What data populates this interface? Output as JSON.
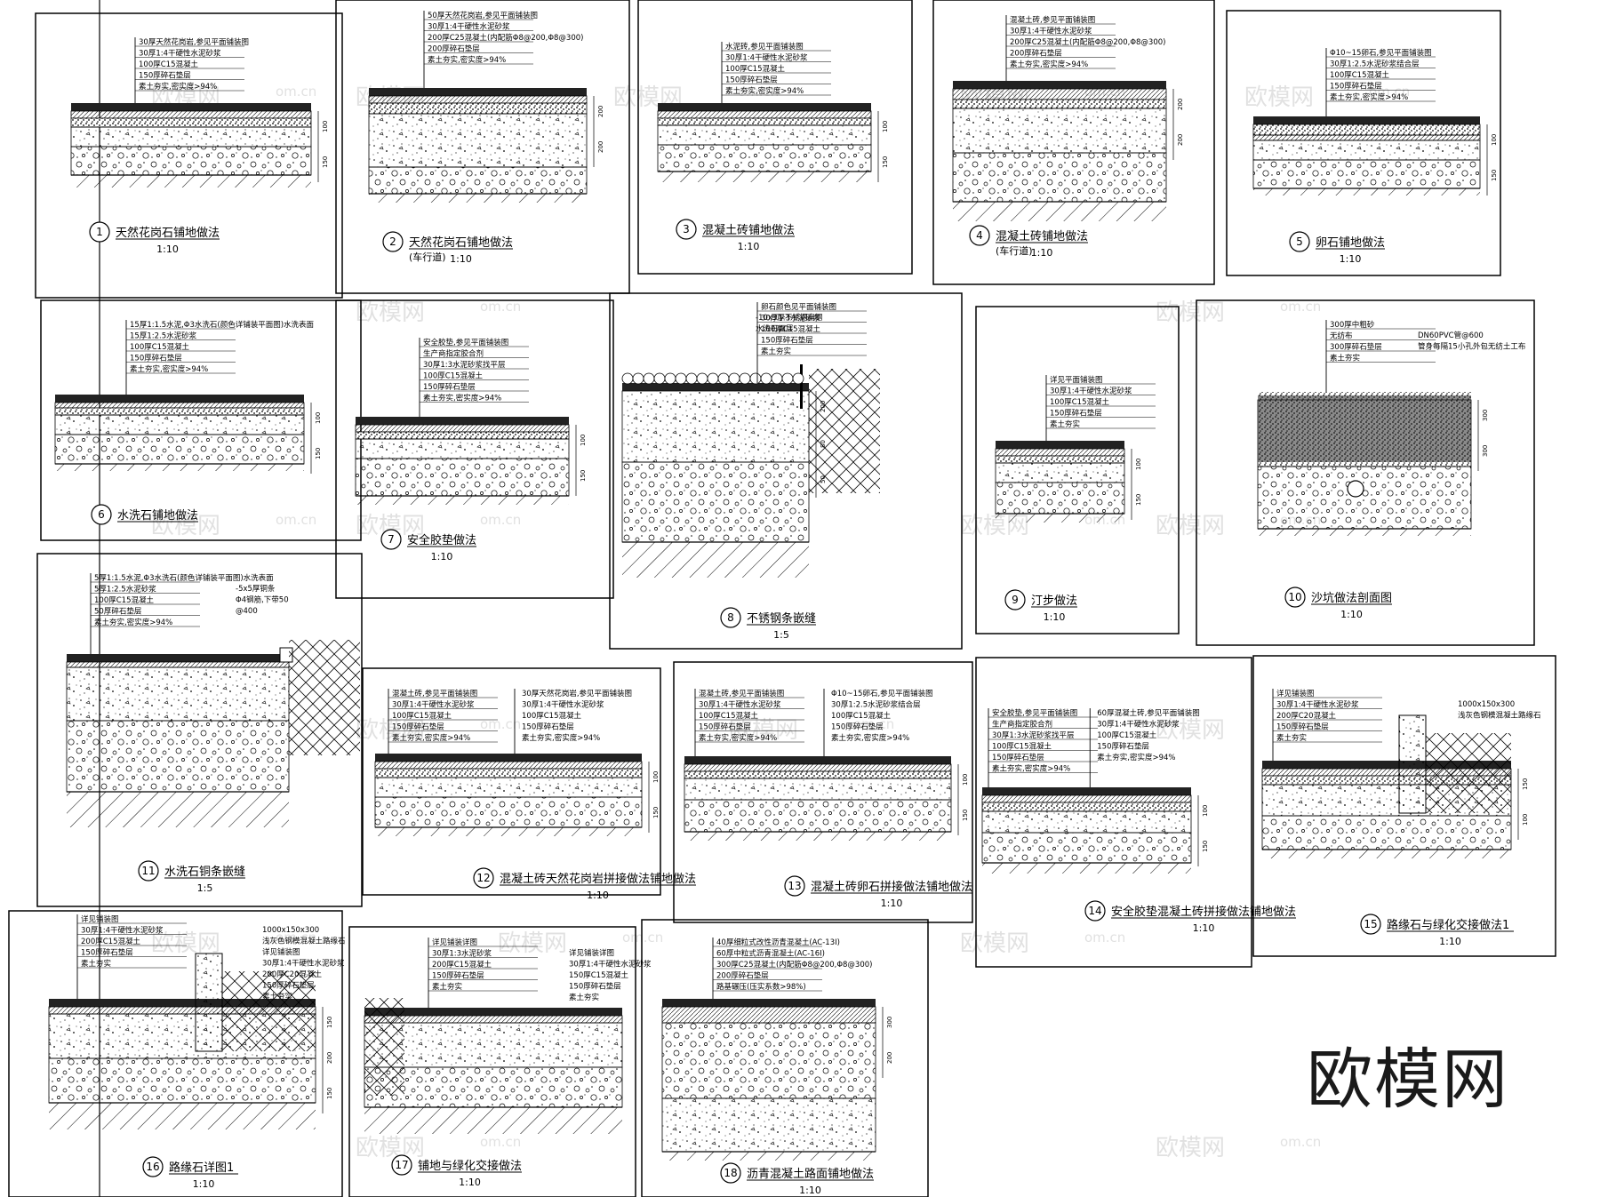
{
  "brand": "欧模网",
  "watermarks": [
    "欧模网",
    "om.cn"
  ],
  "panels": [
    {
      "num": "1",
      "title": "天然花岗石铺地做法",
      "subtitle": "",
      "scale": "1:10",
      "labels": [
        "30厚天然花岗岩,参见平面铺装图",
        "30厚1:4干硬性水泥砂浆",
        "100厚C15混凝土",
        "150厚碎石垫层",
        "素土夯实,密实度>94%"
      ],
      "dims": [
        "100",
        "150"
      ]
    },
    {
      "num": "2",
      "title": "天然花岗石铺地做法",
      "subtitle": "(车行道)",
      "scale": "1:10",
      "labels": [
        "50厚天然花岗岩,参见平面铺装图",
        "30厚1:4干硬性水泥砂浆",
        "200厚C25混凝土(内配筋Φ8@200,Φ8@300)",
        "200厚碎石垫层",
        "素土夯实,密实度>94%"
      ],
      "dims": [
        "200",
        "200"
      ]
    },
    {
      "num": "3",
      "title": "混凝土砖铺地做法",
      "subtitle": "",
      "scale": "1:10",
      "labels": [
        "水泥砖,参见平面铺装图",
        "30厚1:4干硬性水泥砂浆",
        "100厚C15混凝土",
        "150厚碎石垫层",
        "素土夯实,密实度>94%"
      ],
      "dims": [
        "100",
        "150"
      ]
    },
    {
      "num": "4",
      "title": "混凝土砖铺地做法",
      "subtitle": "(车行道)",
      "scale": "1:10",
      "labels": [
        "混凝土砖,参见平面铺装图",
        "30厚1:4干硬性水泥砂浆",
        "200厚C25混凝土(内配筋Φ8@200,Φ8@300)",
        "200厚碎石垫层",
        "素土夯实,密实度>94%"
      ],
      "dims": [
        "200",
        "200"
      ]
    },
    {
      "num": "5",
      "title": "卵石铺地做法",
      "subtitle": "",
      "scale": "1:10",
      "labels": [
        "Φ10~15卵石,参见平面铺装图",
        "30厚1:2.5水泥砂浆结合层",
        "100厚C15混凝土",
        "150厚碎石垫层",
        "素土夯实,密实度>94%"
      ],
      "dims": [
        "100",
        "150"
      ]
    },
    {
      "num": "6",
      "title": "水洗石铺地做法",
      "subtitle": "",
      "scale": "",
      "labels": [
        "15厚1:1.5水泥,Φ3水洗石(颜色详铺装平面图)水洗表面",
        "15厚1:2.5水泥砂浆",
        "100厚C15混凝土",
        "150厚碎石垫层",
        "素土夯实,密实度>94%"
      ],
      "dims": [
        "100",
        "150"
      ]
    },
    {
      "num": "7",
      "title": "安全胶垫做法",
      "subtitle": "",
      "scale": "1:10",
      "labels": [
        "安全胶垫,参见平面铺装图",
        "生产商指定胶合剂",
        "30厚1:3水泥砂浆找平层",
        "100厚C15混凝土",
        "150厚碎石垫层",
        "素土夯实,密实度>94%"
      ],
      "dims": [
        "100",
        "150"
      ]
    },
    {
      "num": "8",
      "title": "不锈钢条嵌缝",
      "subtitle": "",
      "scale": "1:5",
      "labels": [
        "卵石颜色见平面铺装图",
        "30厚1:3水泥砂浆",
        "100厚C15混凝土",
        "150厚碎石垫层",
        "素土夯实"
      ],
      "extra": [
        "-10x3厚不锈钢扁钢",
        "水洗石面层"
      ],
      "dims": [
        "200",
        "80",
        "50"
      ]
    },
    {
      "num": "9",
      "title": "汀步做法",
      "subtitle": "",
      "scale": "1:10",
      "labels": [
        "详见平面铺装图",
        "30厚1:4干硬性水泥砂浆",
        "100厚C15混凝土",
        "150厚碎石垫层",
        "素土夯实"
      ],
      "dims": [
        "100",
        "150"
      ]
    },
    {
      "num": "10",
      "title": "沙坑做法剖面图",
      "subtitle": "",
      "scale": "1:10",
      "labels": [
        "300厚中粗砂",
        "无纺布",
        "300厚碎石垫层",
        "素土夯实"
      ],
      "extra": [
        "DN60PVC管@600",
        "管身每隔15小孔外包无纺土工布"
      ],
      "dims": [
        "300",
        "300"
      ]
    },
    {
      "num": "11",
      "title": "水洗石铜条嵌缝",
      "subtitle": "",
      "scale": "1:5",
      "labels": [
        "5厚1:1.5水泥,Φ3水洗石(颜色详铺装平面图)水洗表面",
        "5厚1:2.5水泥砂浆",
        "100厚C15混凝土",
        "50厚碎石垫层",
        "素土夯实,密实度>94%"
      ],
      "extra": [
        "-5x5厚铜条",
        "Φ4钢筋,下带50",
        "@400"
      ],
      "dims": []
    },
    {
      "num": "12",
      "title": "混凝土砖天然花岗岩拼接做法铺地做法",
      "subtitle": "",
      "scale": "1:10",
      "labels": [
        "混凝土砖,参见平面铺装图",
        "30厚1:4干硬性水泥砂浆",
        "100厚C15混凝土",
        "150厚碎石垫层",
        "素土夯实,密实度>94%"
      ],
      "extra": [
        "30厚天然花岗岩,参见平面铺装图",
        "30厚1:4干硬性水泥砂浆",
        "100厚C15混凝土",
        "150厚碎石垫层",
        "素土夯实,密实度>94%"
      ],
      "dims": [
        "100",
        "150"
      ]
    },
    {
      "num": "13",
      "title": "混凝土砖卵石拼接做法铺地做法",
      "subtitle": "",
      "scale": "1:10",
      "labels": [
        "混凝土砖,参见平面铺装图",
        "30厚1:4干硬性水泥砂浆",
        "100厚C15混凝土",
        "150厚碎石垫层",
        "素土夯实,密实度>94%"
      ],
      "extra": [
        "Φ10~15卵石,参见平面铺装图",
        "30厚1:2.5水泥砂浆结合层",
        "100厚C15混凝土",
        "150厚碎石垫层",
        "素土夯实,密实度>94%"
      ],
      "dims": [
        "100",
        "150"
      ]
    },
    {
      "num": "14",
      "title": "安全胶垫混凝土砖拼接做法铺地做法",
      "subtitle": "",
      "scale": "1:10",
      "labels": [
        "安全胶垫,参见平面铺装图",
        "生产商指定胶合剂",
        "30厚1:3水泥砂浆找平层",
        "100厚C15混凝土",
        "150厚碎石垫层",
        "素土夯实,密实度>94%"
      ],
      "extra": [
        "60厚混凝土砖,参见平面铺装图",
        "30厚1:4干硬性水泥砂浆",
        "100厚C15混凝土",
        "150厚碎石垫层",
        "素土夯实,密实度>94%"
      ],
      "dims": [
        "100",
        "150"
      ]
    },
    {
      "num": "15",
      "title": "路缘石与绿化交接做法1",
      "subtitle": "",
      "scale": "1:10",
      "labels": [
        "详见铺装图",
        "30厚1:4干硬性水泥砂浆",
        "200厚C20混凝土",
        "150厚碎石垫层",
        "素土夯实"
      ],
      "extra": [
        "1000x150x300",
        "浅灰色钢模混凝土路缘石"
      ],
      "dims": [
        "150",
        "100"
      ]
    },
    {
      "num": "16",
      "title": "路缘石详图1",
      "subtitle": "",
      "scale": "1:10",
      "labels": [
        "详见铺装图",
        "30厚1:4干硬性水泥砂浆",
        "200厚C15混凝土",
        "150厚碎石垫层",
        "素土夯实"
      ],
      "extra": [
        "1000x150x300",
        "浅灰色钢模混凝土路缘石",
        "详见铺装图",
        "30厚1:4干硬性水泥砂浆",
        "200厚C20混凝土",
        "150厚碎石垫层",
        "素土夯实"
      ],
      "dims": [
        "150",
        "200",
        "150"
      ]
    },
    {
      "num": "17",
      "title": "铺地与绿化交接做法",
      "subtitle": "",
      "scale": "1:10",
      "labels": [
        "详见铺装详图",
        "30厚1:3水泥砂浆",
        "200厚C15混凝土",
        "150厚碎石垫层",
        "素土夯实"
      ],
      "extra": [
        "详见铺装详图",
        "30厚1:4干硬性水泥砂浆",
        "150厚C15混凝土",
        "150厚碎石垫层",
        "素土夯实"
      ],
      "dims": []
    },
    {
      "num": "18",
      "title": "沥青混凝土路面铺地做法",
      "subtitle": "",
      "scale": "1:10",
      "labels": [
        "40厚细粒式改性沥青混凝土(AC-13I)",
        "60厚中粒式沥青混凝土(AC-16I)",
        "300厚C25混凝土(内配筋Φ8@200,Φ8@300)",
        "200厚碎石垫层",
        "路基碾压(压实系数>98%)"
      ],
      "dims": [
        "300",
        "200"
      ]
    }
  ]
}
